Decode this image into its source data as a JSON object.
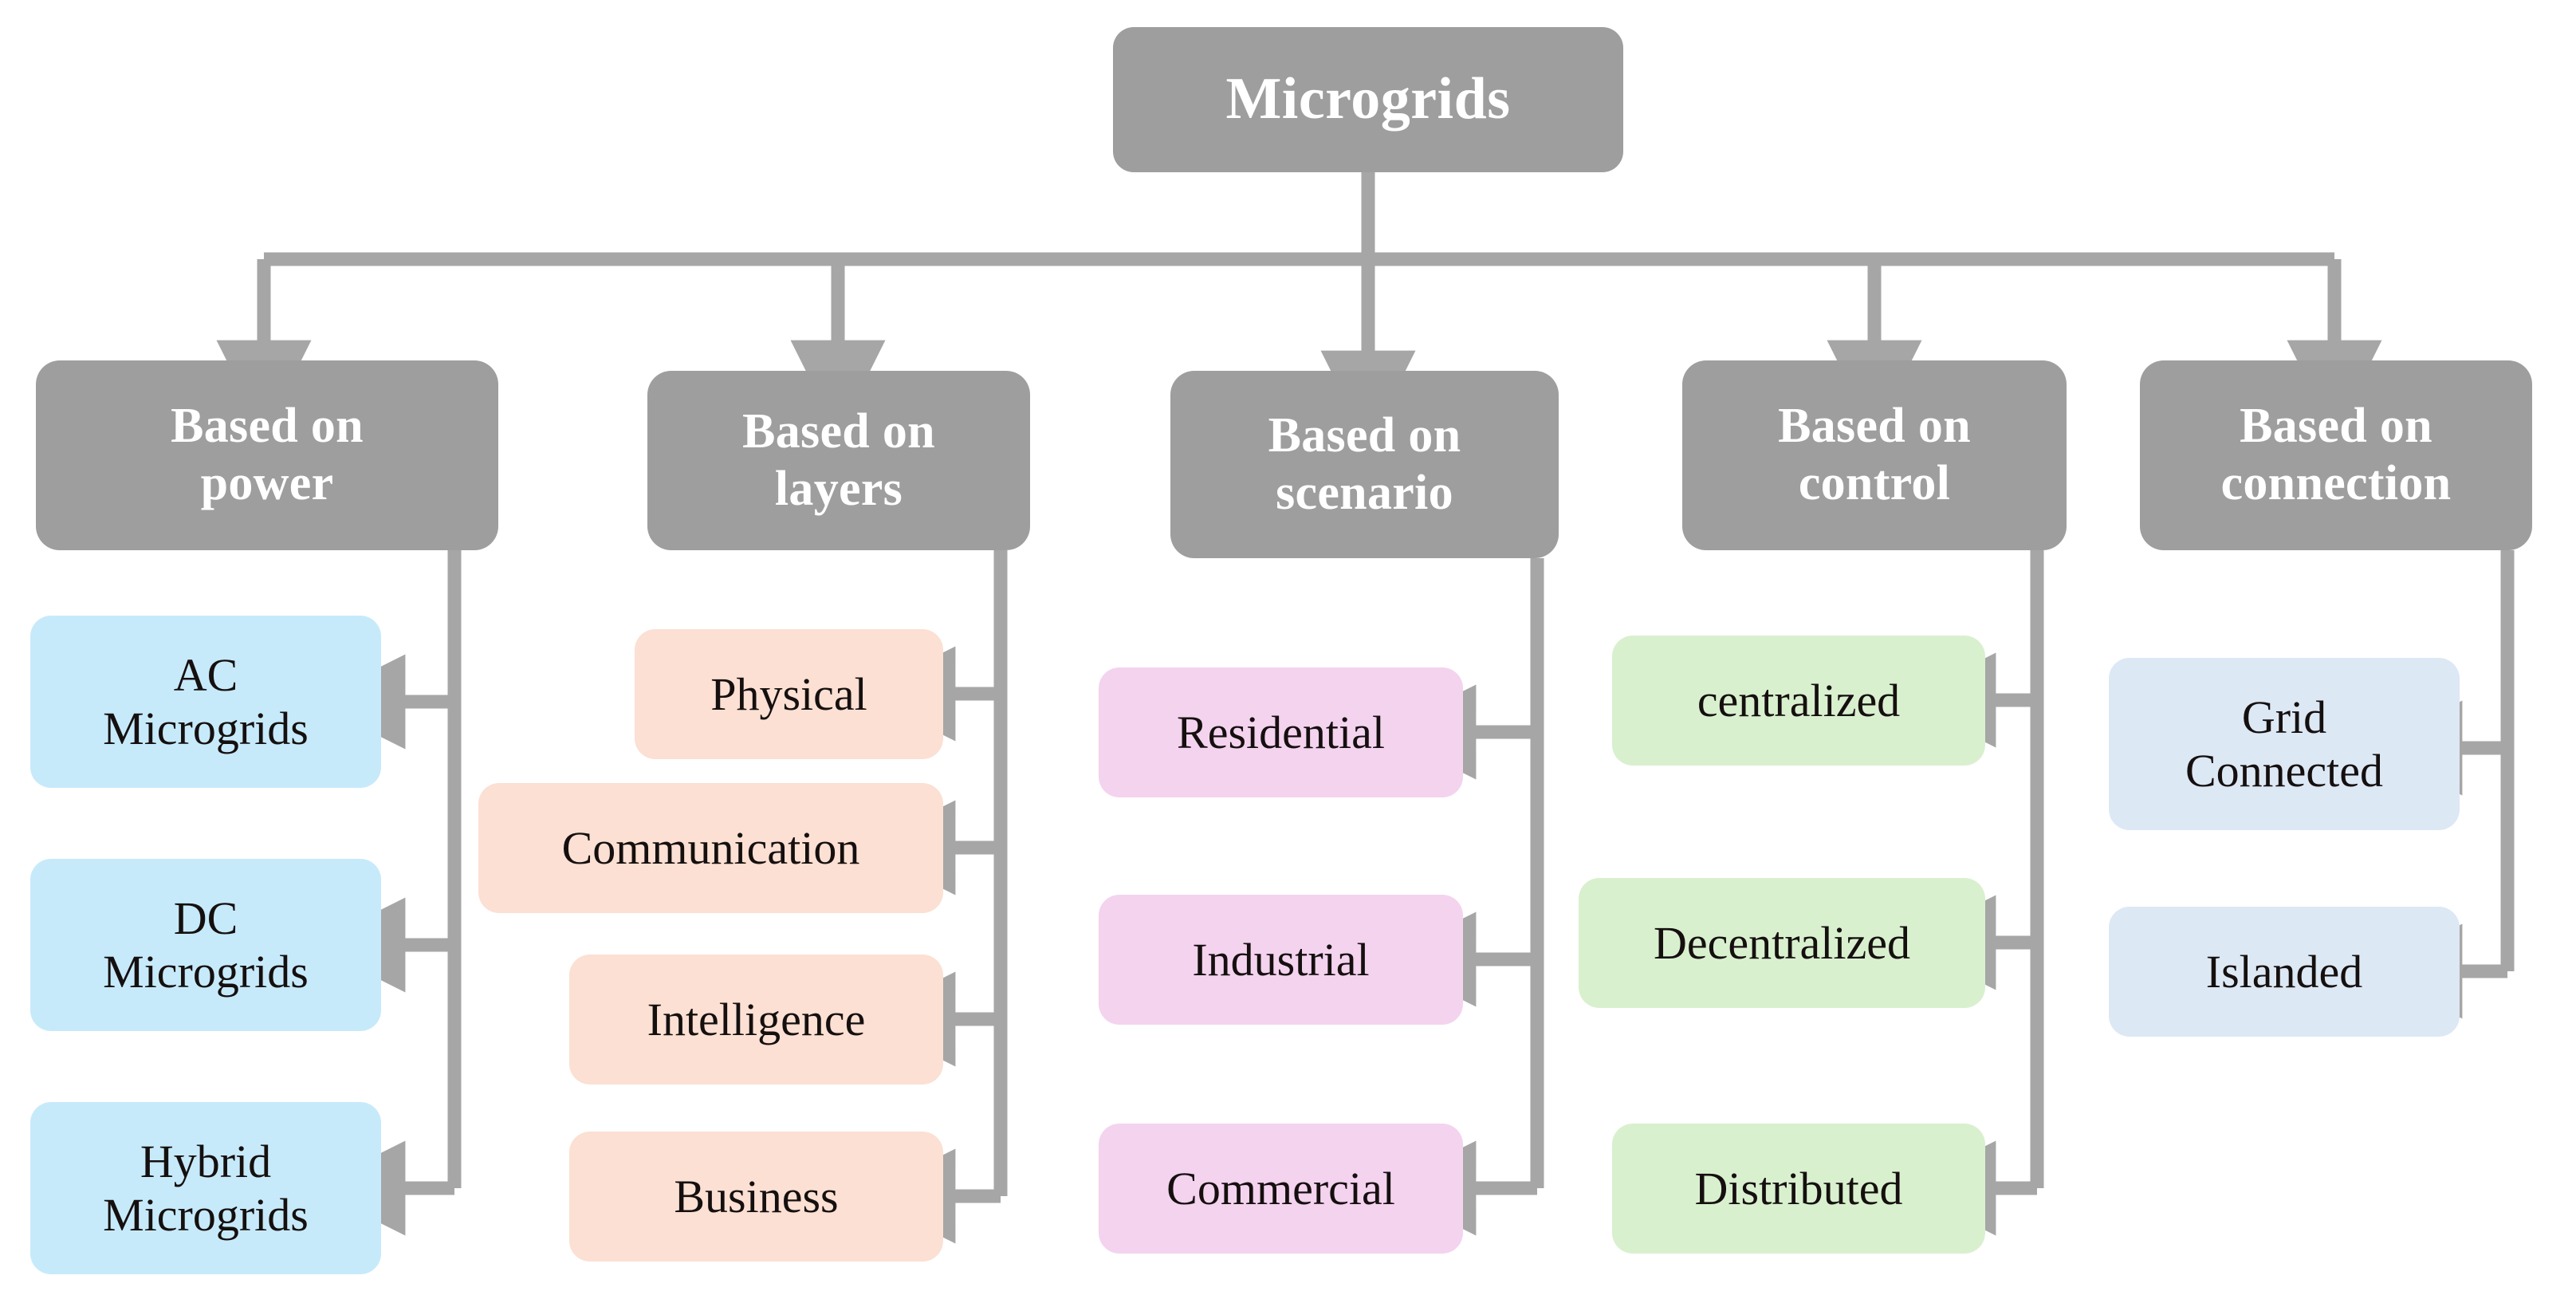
{
  "diagram": {
    "title": "Microgrids",
    "type": "hierarchy-tree",
    "orientation": "top-down-then-left-arrows",
    "colors": {
      "node_gray": "#9e9e9e",
      "connector_gray": "#a6a6a6",
      "leaf_blue": "#c7eafb",
      "leaf_peach": "#fbe0d3",
      "leaf_pink": "#f4d3ef",
      "leaf_green": "#d9f0cf",
      "leaf_steel": "#dde8f5",
      "header_text": "#ffffff",
      "leaf_text": "#15100f",
      "background": "#ffffff"
    }
  },
  "root": {
    "label": "Microgrids"
  },
  "branches": [
    {
      "id": "power",
      "label": "Based on\npower",
      "leaf_color_key": "leaf_blue",
      "leaves": [
        {
          "label": "AC\nMicrogrids"
        },
        {
          "label": "DC\nMicrogrids"
        },
        {
          "label": "Hybrid\nMicrogrids"
        }
      ]
    },
    {
      "id": "layers",
      "label": "Based on\nlayers",
      "leaf_color_key": "leaf_peach",
      "leaves": [
        {
          "label": "Physical"
        },
        {
          "label": "Communication"
        },
        {
          "label": "Intelligence"
        },
        {
          "label": "Business"
        }
      ]
    },
    {
      "id": "scenario",
      "label": "Based on\nscenario",
      "leaf_color_key": "leaf_pink",
      "leaves": [
        {
          "label": "Residential"
        },
        {
          "label": "Industrial"
        },
        {
          "label": "Commercial"
        }
      ]
    },
    {
      "id": "control",
      "label": "Based on\ncontrol",
      "leaf_color_key": "leaf_green",
      "leaves": [
        {
          "label": "centralized"
        },
        {
          "label": "Decentralized"
        },
        {
          "label": "Distributed"
        }
      ]
    },
    {
      "id": "connection",
      "label": "Based on\nconnection",
      "leaf_color_key": "leaf_steel",
      "leaves": [
        {
          "label": "Grid\nConnected"
        },
        {
          "label": "Islanded"
        }
      ]
    }
  ]
}
